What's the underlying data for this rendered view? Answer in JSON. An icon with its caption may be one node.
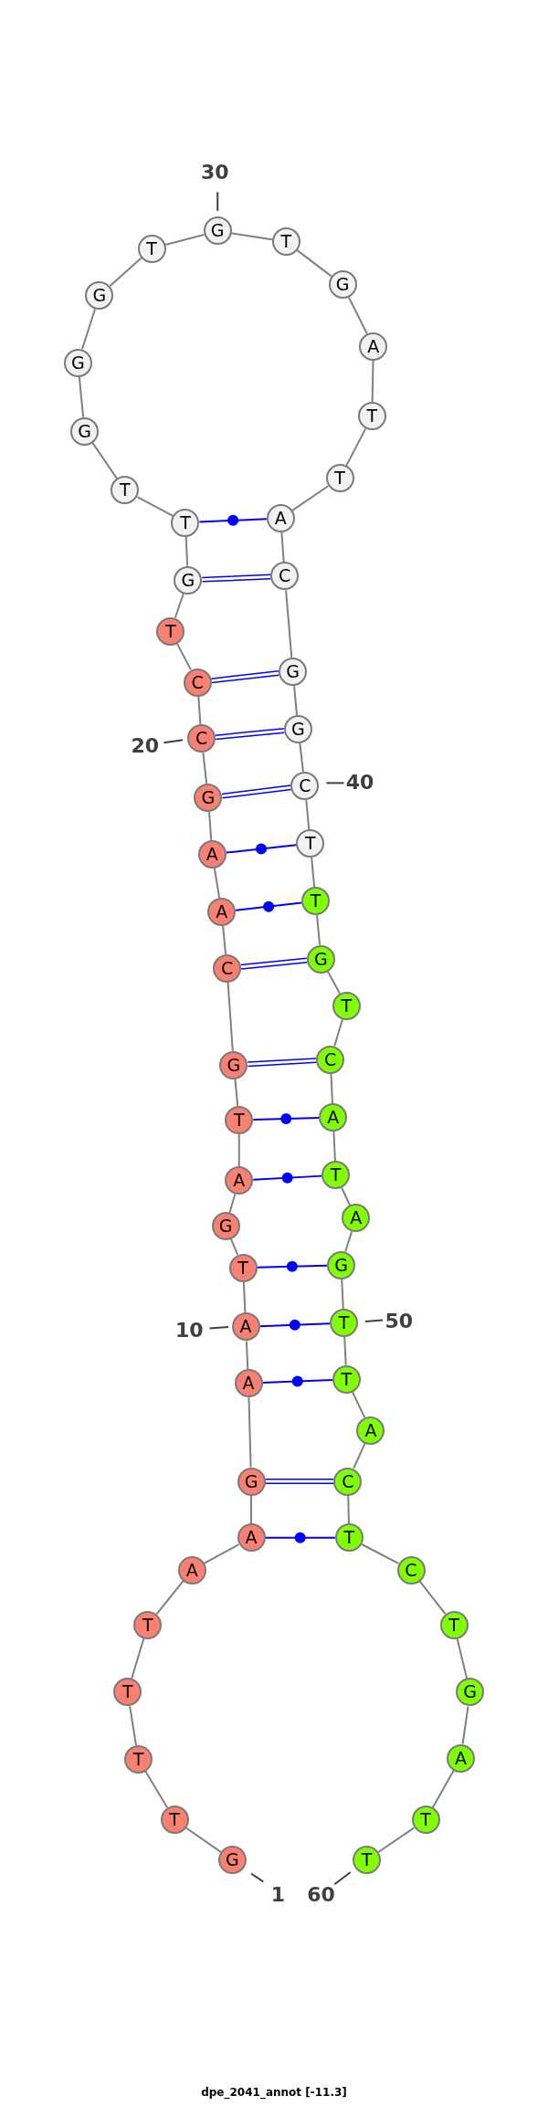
{
  "diagram": {
    "caption": "dpe_2041_annot [-11.3]",
    "nodes": [
      {
        "text": [
          "G"
        ]
      },
      {
        "text": [
          "T"
        ]
      },
      {
        "text": [
          "T"
        ]
      },
      {
        "text": [
          "T"
        ]
      },
      {
        "text": [
          "T"
        ]
      },
      {
        "text": [
          "A"
        ]
      },
      {
        "text": [
          "A"
        ]
      },
      {
        "text": [
          "G"
        ]
      },
      {
        "text": [
          "A"
        ]
      },
      {
        "text": [
          "A"
        ]
      },
      {
        "text": [
          "T"
        ]
      },
      {
        "text": [
          "G"
        ]
      },
      {
        "text": [
          "A"
        ]
      },
      {
        "text": [
          "T"
        ]
      },
      {
        "text": [
          "G"
        ]
      },
      {
        "text": [
          "C"
        ]
      },
      {
        "text": [
          "A"
        ]
      },
      {
        "text": [
          "A"
        ]
      },
      {
        "text": [
          "G"
        ]
      },
      {
        "text": [
          "C"
        ]
      },
      {
        "text": [
          "C"
        ]
      },
      {
        "text": [
          "T"
        ]
      },
      {
        "text": [
          "G"
        ]
      },
      {
        "text": [
          "T"
        ]
      },
      {
        "text": [
          "T"
        ]
      },
      {
        "text": [
          "G"
        ]
      },
      {
        "text": [
          "G"
        ]
      },
      {
        "text": [
          "G"
        ]
      },
      {
        "text": [
          "T"
        ]
      },
      {
        "text": [
          "G"
        ]
      },
      {
        "text": [
          "T"
        ]
      },
      {
        "text": [
          "G"
        ]
      },
      {
        "text": [
          "A"
        ]
      },
      {
        "text": [
          "T"
        ]
      },
      {
        "text": [
          "T"
        ]
      },
      {
        "text": [
          "A"
        ]
      },
      {
        "text": [
          "C"
        ]
      },
      {
        "text": [
          "G"
        ]
      },
      {
        "text": [
          "G"
        ]
      },
      {
        "text": [
          "C"
        ]
      },
      {
        "text": [
          "T"
        ]
      },
      {
        "text": [
          "T"
        ]
      },
      {
        "text": [
          "G"
        ]
      },
      {
        "text": [
          "T"
        ]
      },
      {
        "text": [
          "C"
        ]
      },
      {
        "text": [
          "A"
        ]
      },
      {
        "text": [
          "T"
        ]
      },
      {
        "text": [
          "A"
        ]
      },
      {
        "text": [
          "G"
        ]
      },
      {
        "text": [
          "T"
        ]
      },
      {
        "text": [
          "T"
        ]
      },
      {
        "text": [
          "A"
        ]
      },
      {
        "text": [
          "C"
        ]
      },
      {
        "text": [
          "T"
        ]
      },
      {
        "text": [
          "C"
        ]
      },
      {
        "text": [
          "T"
        ]
      },
      {
        "text": [
          "G"
        ]
      },
      {
        "text": [
          "A"
        ]
      },
      {
        "text": [
          "T"
        ]
      },
      {
        "text": [
          "T"
        ]
      },
      {
        "text": [
          "30"
        ]
      },
      {
        "text": [
          "20"
        ]
      },
      {
        "text": [
          "40"
        ]
      },
      {
        "text": [
          "10"
        ]
      },
      {
        "text": [
          "50"
        ]
      },
      {
        "text": [
          "1"
        ]
      },
      {
        "text": [
          "60"
        ]
      }
    ],
    "edges": [
      {
        "from": 0,
        "to": 1,
        "arrow": "none"
      },
      {
        "from": 1,
        "to": 2,
        "arrow": "none"
      },
      {
        "from": 2,
        "to": 3,
        "arrow": "none"
      },
      {
        "from": 3,
        "to": 4,
        "arrow": "none"
      },
      {
        "from": 4,
        "to": 5,
        "arrow": "none"
      },
      {
        "from": 5,
        "to": 6,
        "arrow": "none"
      },
      {
        "from": 6,
        "to": 7,
        "arrow": "none"
      },
      {
        "from": 7,
        "to": 8,
        "arrow": "none"
      },
      {
        "from": 8,
        "to": 9,
        "arrow": "none"
      },
      {
        "from": 9,
        "to": 10,
        "arrow": "none"
      },
      {
        "from": 10,
        "to": 11,
        "arrow": "none"
      },
      {
        "from": 11,
        "to": 12,
        "arrow": "none"
      },
      {
        "from": 12,
        "to": 13,
        "arrow": "none"
      },
      {
        "from": 13,
        "to": 14,
        "arrow": "none"
      },
      {
        "from": 14,
        "to": 15,
        "arrow": "none"
      },
      {
        "from": 15,
        "to": 16,
        "arrow": "none"
      },
      {
        "from": 16,
        "to": 17,
        "arrow": "none"
      },
      {
        "from": 17,
        "to": 18,
        "arrow": "none"
      },
      {
        "from": 18,
        "to": 19,
        "arrow": "none"
      },
      {
        "from": 19,
        "to": 20,
        "arrow": "none"
      },
      {
        "from": 20,
        "to": 21,
        "arrow": "none"
      },
      {
        "from": 21,
        "to": 22,
        "arrow": "none"
      },
      {
        "from": 22,
        "to": 23,
        "arrow": "none"
      },
      {
        "from": 23,
        "to": 24,
        "arrow": "none"
      },
      {
        "from": 24,
        "to": 25,
        "arrow": "none"
      },
      {
        "from": 25,
        "to": 26,
        "arrow": "none"
      },
      {
        "from": 26,
        "to": 27,
        "arrow": "none"
      },
      {
        "from": 27,
        "to": 28,
        "arrow": "none"
      },
      {
        "from": 28,
        "to": 29,
        "arrow": "none"
      },
      {
        "from": 29,
        "to": 30,
        "arrow": "none"
      },
      {
        "from": 30,
        "to": 31,
        "arrow": "none"
      },
      {
        "from": 31,
        "to": 32,
        "arrow": "none"
      },
      {
        "from": 32,
        "to": 33,
        "arrow": "none"
      },
      {
        "from": 33,
        "to": 34,
        "arrow": "none"
      },
      {
        "from": 34,
        "to": 35,
        "arrow": "none"
      },
      {
        "from": 35,
        "to": 36,
        "arrow": "none"
      },
      {
        "from": 36,
        "to": 37,
        "arrow": "none"
      },
      {
        "from": 37,
        "to": 38,
        "arrow": "none"
      },
      {
        "from": 38,
        "to": 39,
        "arrow": "none"
      },
      {
        "from": 39,
        "to": 40,
        "arrow": "none"
      },
      {
        "from": 40,
        "to": 41,
        "arrow": "none"
      },
      {
        "from": 41,
        "to": 42,
        "arrow": "none"
      },
      {
        "from": 42,
        "to": 43,
        "arrow": "none"
      },
      {
        "from": 43,
        "to": 44,
        "arrow": "none"
      },
      {
        "from": 44,
        "to": 45,
        "arrow": "none"
      },
      {
        "from": 45,
        "to": 46,
        "arrow": "none"
      },
      {
        "from": 46,
        "to": 47,
        "arrow": "none"
      },
      {
        "from": 47,
        "to": 48,
        "arrow": "none"
      },
      {
        "from": 48,
        "to": 49,
        "arrow": "none"
      },
      {
        "from": 49,
        "to": 50,
        "arrow": "none"
      },
      {
        "from": 50,
        "to": 51,
        "arrow": "none"
      },
      {
        "from": 51,
        "to": 52,
        "arrow": "none"
      },
      {
        "from": 52,
        "to": 53,
        "arrow": "none"
      },
      {
        "from": 53,
        "to": 54,
        "arrow": "none"
      },
      {
        "from": 54,
        "to": 55,
        "arrow": "none"
      },
      {
        "from": 55,
        "to": 56,
        "arrow": "none"
      },
      {
        "from": 56,
        "to": 57,
        "arrow": "none"
      },
      {
        "from": 57,
        "to": 58,
        "arrow": "none"
      },
      {
        "from": 58,
        "to": 59,
        "arrow": "none"
      },
      {
        "from": 23,
        "to": 35,
        "arrow": "none",
        "color": "#0000ff"
      },
      {
        "from": 22,
        "to": 36,
        "arrow": "none",
        "color": "#0000ff"
      },
      {
        "from": 20,
        "to": 37,
        "arrow": "none",
        "color": "#0000ff"
      },
      {
        "from": 19,
        "to": 38,
        "arrow": "none",
        "color": "#0000ff"
      },
      {
        "from": 18,
        "to": 39,
        "arrow": "none",
        "color": "#0000ff"
      },
      {
        "from": 17,
        "to": 40,
        "arrow": "none",
        "color": "#0000ff"
      },
      {
        "from": 16,
        "to": 41,
        "arrow": "none",
        "color": "#0000ff"
      },
      {
        "from": 15,
        "to": 42,
        "arrow": "none",
        "color": "#0000ff"
      },
      {
        "from": 14,
        "to": 44,
        "arrow": "none",
        "color": "#0000ff"
      },
      {
        "from": 13,
        "to": 45,
        "arrow": "none",
        "color": "#0000ff"
      },
      {
        "from": 12,
        "to": 46,
        "arrow": "none",
        "color": "#0000ff"
      },
      {
        "from": 10,
        "to": 48,
        "arrow": "none",
        "color": "#0000ff"
      },
      {
        "from": 9,
        "to": 49,
        "arrow": "none",
        "color": "#0000ff"
      },
      {
        "from": 8,
        "to": 50,
        "arrow": "none",
        "color": "#0000ff"
      },
      {
        "from": 7,
        "to": 52,
        "arrow": "none",
        "color": "#0000ff"
      },
      {
        "from": 6,
        "to": 53,
        "arrow": "none",
        "color": "#0000ff"
      },
      {
        "from": 60,
        "to": 29,
        "arrow": "none",
        "color": "#404040"
      },
      {
        "from": 61,
        "to": 19,
        "arrow": "none",
        "color": "#404040"
      },
      {
        "from": 62,
        "to": 39,
        "arrow": "none",
        "color": "#404040"
      },
      {
        "from": 63,
        "to": 9,
        "arrow": "none",
        "color": "#404040"
      },
      {
        "from": 64,
        "to": 49,
        "arrow": "none",
        "color": "#404040"
      },
      {
        "from": 65,
        "to": 0,
        "arrow": "none",
        "color": "#404040"
      },
      {
        "from": 66,
        "to": 59,
        "arrow": "none",
        "color": "#404040"
      }
    ]
  }
}
